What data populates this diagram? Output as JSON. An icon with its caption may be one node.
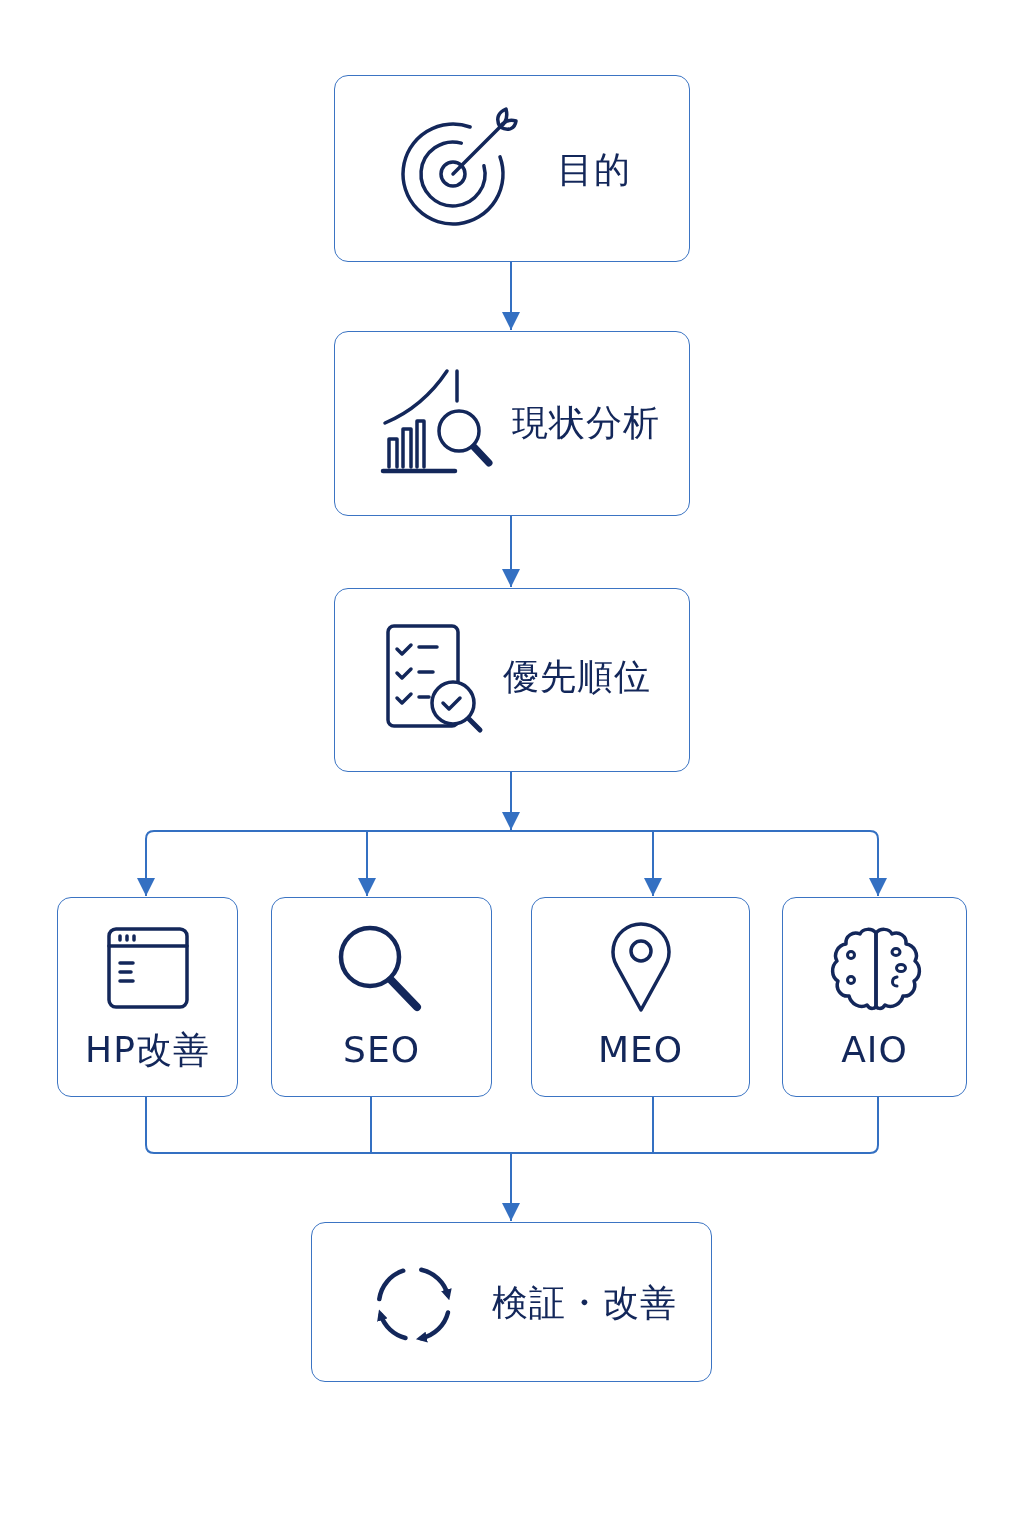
{
  "diagram": {
    "nodes": [
      {
        "text": [
          "目的"
        ]
      },
      {
        "text": [
          "現状分析"
        ]
      },
      {
        "text": [
          "優先順位"
        ]
      },
      {
        "text": [
          "HP改善"
        ]
      },
      {
        "text": [
          "SEO"
        ]
      },
      {
        "text": [
          "MEO"
        ]
      },
      {
        "text": [
          "AIO"
        ]
      },
      {
        "text": [
          "検証・改善"
        ]
      }
    ],
    "edges": [
      {
        "from": 0,
        "to": 1,
        "arrow": "to"
      },
      {
        "from": 1,
        "to": 2,
        "arrow": "to"
      },
      {
        "from": 2,
        "to": 3,
        "arrow": "to"
      },
      {
        "from": 2,
        "to": 4,
        "arrow": "to"
      },
      {
        "from": 2,
        "to": 5,
        "arrow": "to"
      },
      {
        "from": 2,
        "to": 6,
        "arrow": "to"
      },
      {
        "from": 3,
        "to": 7,
        "arrow": "to"
      },
      {
        "from": 4,
        "to": 7,
        "arrow": "to"
      },
      {
        "from": 5,
        "to": 7,
        "arrow": "to"
      },
      {
        "from": 6,
        "to": 7,
        "arrow": "to"
      }
    ]
  }
}
